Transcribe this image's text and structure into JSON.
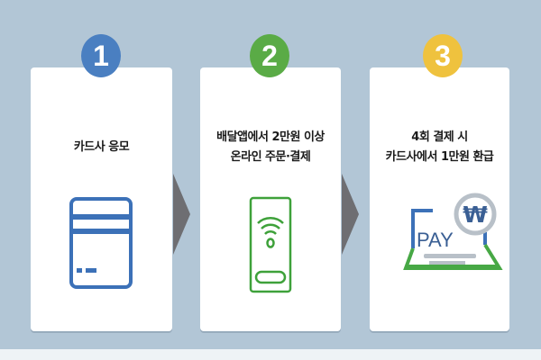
{
  "colors": {
    "background": "#b2c6d6",
    "card": "#ffffff",
    "step1": "#4a7fc1",
    "step2": "#5aab46",
    "step3": "#efc23e",
    "arrow": "#6e6e72",
    "pay_gray": "#b8c0c8"
  },
  "steps": [
    {
      "number": "1",
      "lines": [
        "카드사 응모"
      ],
      "icon": "credit-card-icon"
    },
    {
      "number": "2",
      "lines": [
        "배달앱에서 2만원 이상",
        "온라인 주문·결제"
      ],
      "icon": "phone-nfc-icon"
    },
    {
      "number": "3",
      "lines": [
        "4회 결제 시",
        "카드사에서 1만원 환급"
      ],
      "icon": "laptop-pay-won-icon"
    }
  ],
  "icons": {
    "pay_label": "PAY",
    "won_symbol": "₩"
  }
}
